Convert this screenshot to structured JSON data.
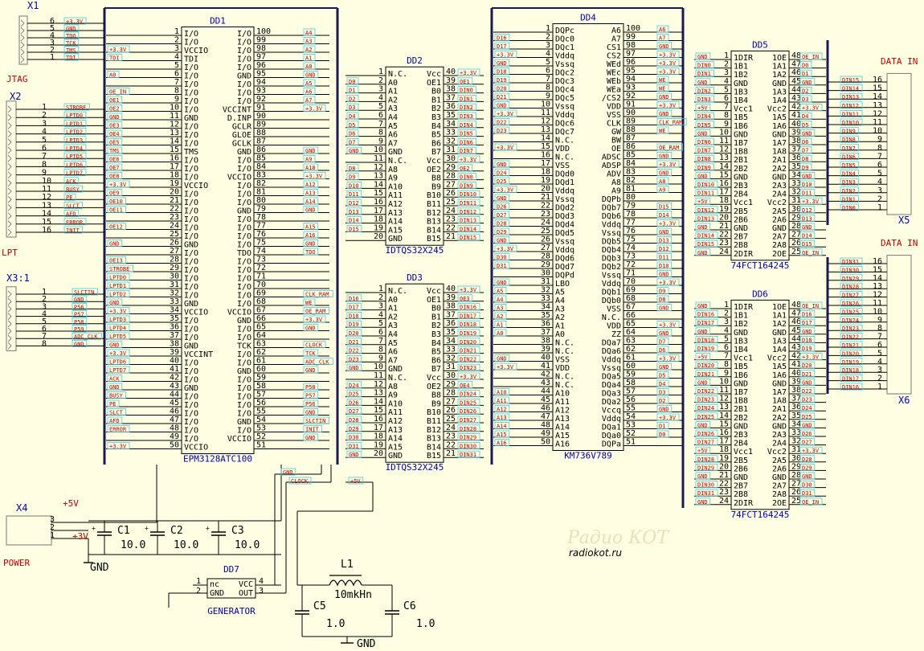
{
  "connectors": {
    "jtag": {
      "ref": "X1",
      "title": "JTAG",
      "pins": [
        "6",
        "5",
        "4",
        "3",
        "2",
        "1"
      ],
      "signals": [
        "+3.3V",
        "GND",
        "TDO",
        "TCK",
        "TMS",
        "TDI"
      ]
    },
    "lpt": {
      "ref": "X2",
      "title": "LPT",
      "pins": [
        "1",
        "2",
        "3",
        "4",
        "5",
        "6",
        "7",
        "8",
        "9",
        "10",
        "11",
        "12",
        "13",
        "14",
        "15",
        "16"
      ],
      "signals": [
        "STROBE",
        "LPTD0",
        "LPTD1",
        "LPTD2",
        "LPTD3",
        "LPTD4",
        "LPTD5",
        "LPTD6",
        "LPTD7",
        "ACK",
        "BUSY",
        "PE",
        "SLCT",
        "AFD",
        "ERROR",
        "INIT"
      ]
    },
    "x3": {
      "ref": "X3:1",
      "pins": [
        "1",
        "2",
        "3",
        "4",
        "5",
        "6",
        "7",
        "8"
      ],
      "signals": [
        "SLCTIN",
        "GND",
        "P56",
        "P57",
        "P58",
        "P59",
        "ADC_CLK",
        "GND"
      ]
    },
    "power": {
      "ref": "X4",
      "title": "POWER",
      "pins": [
        "3",
        "2",
        "1"
      ],
      "plus5": "+5V",
      "plus3": "+3V",
      "gnd": "GND"
    },
    "x5": {
      "ref": "X5",
      "title": "DATA IN",
      "pins": [
        "16",
        "15",
        "14",
        "13",
        "12",
        "11",
        "10",
        "9",
        "8",
        "7",
        "6",
        "5",
        "4",
        "3",
        "2",
        "1"
      ],
      "signals": [
        "DIN15",
        "DIN14",
        "DIN13",
        "DIN12",
        "DIN11",
        "DIN10",
        "DIN9",
        "DIN8",
        "DIN7",
        "DIN6",
        "DIN5",
        "DIN4",
        "DIN3",
        "DIN2",
        "DIN1",
        "DIN0"
      ]
    },
    "x6": {
      "ref": "X6",
      "title": "DATA IN",
      "pins": [
        "16",
        "15",
        "14",
        "13",
        "12",
        "11",
        "10",
        "9",
        "8",
        "7",
        "6",
        "5",
        "4",
        "3",
        "2",
        "1"
      ],
      "signals": [
        "DIN31",
        "DIN30",
        "DIN29",
        "DIN28",
        "DIN27",
        "DIN26",
        "DIN25",
        "DIN24",
        "DIN23",
        "DIN22",
        "DIN21",
        "DIN20",
        "DIN19",
        "DIN18",
        "DIN17",
        "DIN16"
      ]
    }
  },
  "dd1": {
    "ref": "DD1",
    "part": "EPM3128ATC100",
    "left_pins": [
      "1",
      "2",
      "3",
      "4",
      "5",
      "6",
      "7",
      "8",
      "9",
      "10",
      "11",
      "12",
      "13",
      "14",
      "15",
      "16",
      "17",
      "18",
      "19",
      "20",
      "21",
      "22",
      "23",
      "24",
      "25",
      "26",
      "27",
      "28",
      "29",
      "30",
      "31",
      "32",
      "33",
      "34",
      "35",
      "36",
      "37",
      "38",
      "39",
      "40",
      "41",
      "42",
      "43",
      "44",
      "45",
      "46",
      "47",
      "48",
      "49",
      "50"
    ],
    "left_names": [
      "I/O",
      "I/O",
      "VCCIO",
      "TDI",
      "I/O",
      "I/O",
      "I/O",
      "I/O",
      "I/O",
      "I/O",
      "GND",
      "I/O",
      "I/O",
      "I/O",
      "TMS",
      "I/O",
      "I/O",
      "I/O",
      "VCCIO",
      "I/O",
      "I/O",
      "I/O",
      "I/O",
      "I/O",
      "I/O",
      "GND",
      "I/O",
      "I/O",
      "I/O",
      "I/O",
      "I/O",
      "I/O",
      "GND",
      "VCCIO",
      "I/O",
      "I/O",
      "I/O",
      "GND",
      "VCCINT",
      "I/O",
      "I/O",
      "I/O",
      "GND",
      "I/O",
      "I/O",
      "I/O",
      "I/O",
      "I/O",
      "I/O",
      "VCCIO"
    ],
    "left_signals": [
      "",
      "",
      "+3.3V",
      "TDI",
      "",
      "A0",
      "",
      "OE_IN",
      "OE1",
      "OE2",
      "GND",
      "OE3",
      "OE4",
      "OE5",
      "TMS",
      "OE6",
      "OE7",
      "OE8",
      "+3.3V",
      "OE9",
      "OE10",
      "OE11",
      "",
      "OE12",
      "",
      "GND",
      "",
      "OE13",
      "STROBE",
      "LPTD0",
      "LPTD1",
      "LPTD2",
      "GND",
      "+3.3V",
      "LPTD3",
      "LPTD4",
      "LPTD5",
      "GND",
      "+3.3V",
      "LPTD6",
      "LPTD7",
      "ACK",
      "GND",
      "BUSY",
      "PE",
      "SLCT",
      "AFD",
      "ERROR",
      "",
      "+3.3V"
    ],
    "right_pins": [
      "100",
      "99",
      "98",
      "97",
      "96",
      "95",
      "94",
      "93",
      "92",
      "91",
      "90",
      "89",
      "88",
      "87",
      "86",
      "85",
      "84",
      "83",
      "82",
      "81",
      "80",
      "79",
      "78",
      "77",
      "76",
      "75",
      "74",
      "73",
      "72",
      "71",
      "70",
      "69",
      "68",
      "67",
      "66",
      "65",
      "64",
      "63",
      "62",
      "61",
      "60",
      "59",
      "58",
      "57",
      "56",
      "55",
      "54",
      "53",
      "52",
      "51"
    ],
    "right_names": [
      "I/O",
      "I/O",
      "I/O",
      "I/O",
      "I/O",
      "GND",
      "I/O",
      "I/O",
      "I/O",
      "VCCINT",
      "D.INP",
      "GCLR",
      "GLOE",
      "GCLK",
      "GND",
      "I/O",
      "I/O",
      "VCCIO",
      "I/O",
      "I/O",
      "I/O",
      "GND",
      "I/O",
      "I/O",
      "I/O",
      "I/O",
      "TDO",
      "I/O",
      "I/O",
      "I/O",
      "I/O",
      "I/O",
      "I/O",
      "VCCIO",
      "GND",
      "I/O",
      "I/O",
      "TCK",
      "I/O",
      "I/O",
      "GND",
      "I/O",
      "I/O",
      "I/O",
      "I/O",
      "I/O",
      "GND",
      "I/O",
      "VCCIO",
      ""
    ],
    "right_signals": [
      "A4",
      "A3",
      "A2",
      "A1",
      "A0",
      "GND",
      "A5",
      "A6",
      "A7",
      "+3.3V",
      "",
      "",
      "",
      "",
      "GND",
      "A9",
      "A10",
      "+3.3V",
      "A12",
      "A13",
      "A14",
      "GND",
      "",
      "A15",
      "A16",
      "GND",
      "TDO",
      "",
      "",
      "",
      "",
      "CLK_RAM",
      "WE",
      "OE_RAM",
      "+3.3V",
      "GND",
      "",
      "CLOCK",
      "TCK",
      "ADC_CLK",
      "GND",
      "",
      "P58",
      "P57",
      "P56",
      "GND",
      "SLCTIN",
      "INIT",
      "GND",
      ""
    ]
  },
  "dd2": {
    "ref": "DD2",
    "part": "IDTQS32X245",
    "left_pins": [
      "1",
      "2",
      "3",
      "4",
      "5",
      "6",
      "7",
      "8",
      "9",
      "10",
      "11",
      "12",
      "13",
      "14",
      "15",
      "16",
      "17",
      "18",
      "19",
      "20"
    ],
    "left_names": [
      "N.C.",
      "A0",
      "A1",
      "A2",
      "A3",
      "A4",
      "A5",
      "A6",
      "A7",
      "GND",
      "N.C.",
      "A8",
      "A9",
      "A10",
      "A11",
      "A12",
      "A13",
      "A14",
      "A15",
      "GND"
    ],
    "left_signals": [
      "",
      "D0",
      "D1",
      "D2",
      "D3",
      "D4",
      "D5",
      "D6",
      "D7",
      "GND",
      "",
      "D8",
      "D9",
      "D10",
      "D11",
      "D12",
      "D13",
      "D14",
      "D15",
      ""
    ],
    "right_pins": [
      "40",
      "39",
      "38",
      "37",
      "36",
      "35",
      "34",
      "33",
      "32",
      "31",
      "30",
      "29",
      "28",
      "27",
      "26",
      "25",
      "24",
      "23",
      "22",
      "21"
    ],
    "right_names": [
      "Vcc",
      "OE1",
      "B0",
      "B1",
      "B2",
      "B3",
      "B4",
      "B5",
      "B6",
      "B7",
      "Vcc",
      "OE2",
      "B8",
      "B9",
      "B10",
      "B11",
      "B12",
      "B13",
      "B14",
      "B15"
    ],
    "right_signals": [
      "+3.3V",
      "OE1",
      "DIN0",
      "DIN1",
      "DIN2",
      "DIN3",
      "DIN4",
      "DIN5",
      "DIN6",
      "DIN7",
      "+3.3V",
      "OE2",
      "DIN8",
      "DIN9",
      "DIN10",
      "DIN11",
      "DIN12",
      "DIN13",
      "DIN14",
      "DIN15"
    ]
  },
  "dd3": {
    "ref": "DD3",
    "part": "IDTQS32X245",
    "left_pins": [
      "1",
      "2",
      "3",
      "4",
      "5",
      "6",
      "7",
      "8",
      "9",
      "10",
      "11",
      "12",
      "13",
      "14",
      "15",
      "16",
      "17",
      "18",
      "19",
      "20"
    ],
    "left_names": [
      "N.C.",
      "A0",
      "A1",
      "A2",
      "A3",
      "A4",
      "A5",
      "A6",
      "A7",
      "GND",
      "N.C.",
      "A8",
      "A9",
      "A10",
      "A11",
      "A12",
      "A13",
      "A14",
      "A15",
      "GND"
    ],
    "left_signals": [
      "",
      "D16",
      "D17",
      "D18",
      "D19",
      "D20",
      "D21",
      "D22",
      "D23",
      "GND",
      "",
      "D24",
      "D25",
      "D26",
      "D27",
      "D28",
      "D29",
      "D30",
      "D31",
      "GND"
    ],
    "right_pins": [
      "40",
      "39",
      "38",
      "37",
      "36",
      "35",
      "34",
      "33",
      "32",
      "31",
      "30",
      "29",
      "28",
      "27",
      "26",
      "25",
      "24",
      "23",
      "22",
      "21"
    ],
    "right_names": [
      "Vcc",
      "OE1",
      "B0",
      "B1",
      "B2",
      "B3",
      "B4",
      "B5",
      "B6",
      "B7",
      "Vcc",
      "OE2",
      "B8",
      "B9",
      "B10",
      "B11",
      "B12",
      "B13",
      "B14",
      "B15"
    ],
    "right_signals": [
      "+3.3V",
      "OE3",
      "DIN16",
      "DIN17",
      "DIN18",
      "DIN19",
      "DIN20",
      "DIN21",
      "DIN22",
      "DIN23",
      "+3.3V",
      "OE4",
      "DIN24",
      "DIN25",
      "DIN26",
      "DIN27",
      "DIN28",
      "DIN29",
      "DIN30",
      "DIN31"
    ]
  },
  "dd4": {
    "ref": "DD4",
    "part": "KM736V789",
    "left_pins": [
      "1",
      "2",
      "3",
      "4",
      "5",
      "6",
      "7",
      "8",
      "9",
      "10",
      "11",
      "12",
      "13",
      "14",
      "15",
      "16",
      "17",
      "18",
      "19",
      "20",
      "21",
      "22",
      "23",
      "24",
      "25",
      "26",
      "27",
      "28",
      "29",
      "30",
      "31",
      "32",
      "33",
      "34",
      "35",
      "36",
      "37",
      "38",
      "39",
      "40",
      "41",
      "42",
      "43",
      "44",
      "45",
      "46",
      "47",
      "48",
      "49",
      "50"
    ],
    "left_names": [
      "DQPc",
      "DQc0",
      "DQc1",
      "Vddq",
      "Vssq",
      "DQc2",
      "DQc3",
      "DQc4",
      "DQc5",
      "Vssq",
      "Vddq",
      "DQc6",
      "DQc7",
      "N.C.",
      "VDD",
      "N.C.",
      "VSS",
      "DQd0",
      "DQd1",
      "Vddq",
      "Vssq",
      "DQd2",
      "DQd3",
      "DQd4",
      "DQd5",
      "Vssq",
      "Vddq",
      "DQd6",
      "DQd7",
      "DQPd",
      "LBO",
      "A5",
      "A4",
      "A3",
      "A2",
      "A1",
      "A0",
      "N.C.",
      "N.C.",
      "VSS",
      "VDD",
      "N.C.",
      "N.C.",
      "A10",
      "A11",
      "A12",
      "A13",
      "A14",
      "A15",
      "A16"
    ],
    "left_signals": [
      "",
      "D16",
      "D17",
      "+3.3V",
      "GND",
      "D18",
      "D19",
      "D20",
      "D21",
      "GND",
      "+3.3V",
      "D22",
      "D23",
      "",
      "+3.3V",
      "",
      "GND",
      "D24",
      "D25",
      "+3.3V",
      "GND",
      "D26",
      "D27",
      "D28",
      "D29",
      "GND",
      "+3.3V",
      "D30",
      "D31",
      "",
      "GND",
      "A5",
      "A4",
      "A3",
      "A2",
      "A1",
      "A0",
      "",
      "",
      "GND",
      "+3.3V",
      "",
      "",
      "A10",
      "A11",
      "A12",
      "A13",
      "A14",
      "A15",
      "A16"
    ],
    "right_pins": [
      "100",
      "99",
      "98",
      "97",
      "96",
      "95",
      "94",
      "93",
      "92",
      "91",
      "90",
      "89",
      "88",
      "87",
      "86",
      "85",
      "84",
      "83",
      "82",
      "81",
      "80",
      "79",
      "78",
      "77",
      "76",
      "75",
      "74",
      "73",
      "72",
      "71",
      "70",
      "69",
      "68",
      "67",
      "66",
      "65",
      "64",
      "63",
      "62",
      "61",
      "60",
      "59",
      "58",
      "57",
      "56",
      "55",
      "54",
      "53",
      "52",
      "51"
    ],
    "right_names": [
      "A6",
      "A7",
      "CS1",
      "CS2",
      "WEd",
      "WEc",
      "WEb",
      "WEa",
      "/CS2",
      "VDD",
      "VSS",
      "CLK",
      "GW",
      "BW",
      "OE",
      "ADSC",
      "ADSP",
      "ADV",
      "A8",
      "A9",
      "DQPb",
      "DQb7",
      "DQb6",
      "Vddq",
      "Vssq",
      "DQb5",
      "DQb4",
      "DQb3",
      "DQb2",
      "Vssq",
      "Vddq",
      "DQb1",
      "DQb0",
      "VSS",
      "N.C.",
      "VDD",
      "ZZ",
      "DQa7",
      "DQa6",
      "Vddq",
      "Vssq",
      "DQa5",
      "DQa4",
      "DQa3",
      "DQa2",
      "Vccq",
      "Vddq",
      "DQa1",
      "DQa0",
      "DQPa"
    ],
    "right_signals": [
      "A6",
      "A7",
      "GND",
      "+3.3V",
      "+3.3V",
      "+3.3V",
      "WE",
      "WE",
      "GND",
      "+3.3V",
      "GND",
      "CLK_RAM",
      "WE",
      "",
      "OE_RAM",
      "GND",
      "+3.3V",
      "GND",
      "A8",
      "A9",
      "",
      "D15",
      "D14",
      "+3.3V",
      "GND",
      "D13",
      "D12",
      "D11",
      "D10",
      "GND",
      "+3.3V",
      "D9",
      "D8",
      "GND",
      "",
      "+3.3V",
      "GND",
      "D7",
      "D6",
      "+3.3V",
      "GND",
      "D5",
      "D4",
      "D3",
      "D2",
      "GND",
      "+3.3V",
      "D1",
      "D0",
      ""
    ]
  },
  "dd5": {
    "ref": "DD5",
    "part": "74FCT164245",
    "left_pins": [
      "1",
      "2",
      "3",
      "4",
      "5",
      "6",
      "7",
      "8",
      "9",
      "10",
      "11",
      "12",
      "13",
      "14",
      "15",
      "16",
      "17",
      "18",
      "19",
      "20",
      "21",
      "22",
      "23",
      "24"
    ],
    "left_names": [
      "1DIR",
      "1B1",
      "1B2",
      "GND",
      "1B3",
      "1B4",
      "Vcc1",
      "1B5",
      "1B6",
      "GND",
      "1B7",
      "1B8",
      "2B1",
      "2B2",
      "GND",
      "2B3",
      "2B4",
      "Vcc1",
      "2B5",
      "2B6",
      "GND",
      "2B7",
      "2B8",
      "2DIR"
    ],
    "left_signals": [
      "GND",
      "DIN0",
      "DIN1",
      "GND",
      "DIN2",
      "DIN3",
      "+5V",
      "DIN4",
      "DIN5",
      "GND",
      "DIN6",
      "DIN7",
      "DIN8",
      "DIN9",
      "GND",
      "DIN10",
      "DIN11",
      "+5V",
      "DIN12",
      "DIN13",
      "GND",
      "DIN14",
      "DIN15",
      "GND"
    ],
    "right_pins": [
      "48",
      "47",
      "46",
      "45",
      "44",
      "43",
      "42",
      "41",
      "40",
      "39",
      "38",
      "37",
      "36",
      "35",
      "34",
      "33",
      "32",
      "31",
      "30",
      "29",
      "28",
      "27",
      "26",
      "25"
    ],
    "right_names": [
      "1OE",
      "1A1",
      "1A2",
      "GND",
      "1A3",
      "1A4",
      "Vcc2",
      "1A5",
      "1A6",
      "GND",
      "1A7",
      "1A8",
      "2A1",
      "2A2",
      "GND",
      "2A3",
      "2A4",
      "Vcc2",
      "2A5",
      "2A6",
      "GND",
      "2A7",
      "2A8",
      "2OE"
    ],
    "right_signals": [
      "OE_IN",
      "D0",
      "D1",
      "GND",
      "D2",
      "D3",
      "+3.3V",
      "D4",
      "D5",
      "GND",
      "D6",
      "D7",
      "D8",
      "D9",
      "GND",
      "D10",
      "D11",
      "+3.3V",
      "D12",
      "D13",
      "GND",
      "D14",
      "D15",
      "OE_IN"
    ]
  },
  "dd6": {
    "ref": "DD6",
    "part": "74FCT164245",
    "left_pins": [
      "1",
      "2",
      "3",
      "4",
      "5",
      "6",
      "7",
      "8",
      "9",
      "10",
      "11",
      "12",
      "13",
      "14",
      "15",
      "16",
      "17",
      "18",
      "19",
      "20",
      "21",
      "22",
      "23",
      "24"
    ],
    "left_names": [
      "1DIR",
      "1B1",
      "1B2",
      "GND",
      "1B3",
      "1B4",
      "Vcc1",
      "1B5",
      "1B6",
      "GND",
      "1B7",
      "1B8",
      "2B1",
      "2B2",
      "GND",
      "2B3",
      "2B4",
      "Vcc1",
      "2B5",
      "2B6",
      "GND",
      "2B7",
      "2B8",
      "2DIR"
    ],
    "left_signals": [
      "GND",
      "DIN16",
      "DIN17",
      "GND",
      "DIN18",
      "DIN19",
      "+5V",
      "DIN20",
      "DIN21",
      "GND",
      "DIN22",
      "DIN23",
      "DIN24",
      "DIN25",
      "GND",
      "DIN26",
      "DIN27",
      "+5V",
      "DIN28",
      "DIN29",
      "GND",
      "DIN30",
      "DIN31",
      "GND"
    ],
    "right_pins": [
      "48",
      "47",
      "46",
      "45",
      "44",
      "43",
      "42",
      "41",
      "40",
      "39",
      "38",
      "37",
      "36",
      "35",
      "34",
      "33",
      "32",
      "31",
      "30",
      "29",
      "28",
      "27",
      "26",
      "25"
    ],
    "right_names": [
      "1OE",
      "1A1",
      "1A2",
      "GND",
      "1A3",
      "1A4",
      "Vcc2",
      "1A5",
      "1A6",
      "GND",
      "1A7",
      "1A8",
      "2A1",
      "2A2",
      "GND",
      "2A3",
      "2A4",
      "Vcc2",
      "2A5",
      "2A6",
      "GND",
      "2A7",
      "2A8",
      "2OE"
    ],
    "right_signals": [
      "OE_IN",
      "D16",
      "D17",
      "GND",
      "D18",
      "D19",
      "+3.3V",
      "D20",
      "D21",
      "GND",
      "D22",
      "D23",
      "D24",
      "D25",
      "GND",
      "D26",
      "D27",
      "+3.3V",
      "D28",
      "D29",
      "GND",
      "D30",
      "D31",
      "OE_IN"
    ]
  },
  "dd7": {
    "ref": "DD7",
    "part": "GENERATOR",
    "pins_left": [
      "1",
      "2"
    ],
    "names_left": [
      "nc",
      "GND"
    ],
    "pins_right": [
      "4",
      "3"
    ],
    "names_right": [
      "VCC",
      "OUT"
    ]
  },
  "gen_nets": {
    "gnd": "GND",
    "clock": "CLOCK",
    "plus5": "+5V"
  },
  "passives": {
    "c1": {
      "ref": "C1",
      "value": "10.0"
    },
    "c2": {
      "ref": "C2",
      "value": "10.0"
    },
    "c3": {
      "ref": "C3",
      "value": "10.0"
    },
    "c5": {
      "ref": "C5",
      "value": "1.0"
    },
    "c6": {
      "ref": "C6",
      "value": "1.0"
    },
    "l1": {
      "ref": "L1",
      "value": "10mkHn"
    },
    "gnd_main": "GND",
    "gnd_filter": "GND"
  },
  "watermark": {
    "logo": "Радио КОТ",
    "site": "radiokot.ru"
  },
  "colors": {
    "background": "#fefee2",
    "wire": "#000000",
    "bus": "#1a1a50",
    "chip_label": "#0000b0",
    "net_label": "#c00000",
    "label_box": "#49c8dc"
  }
}
